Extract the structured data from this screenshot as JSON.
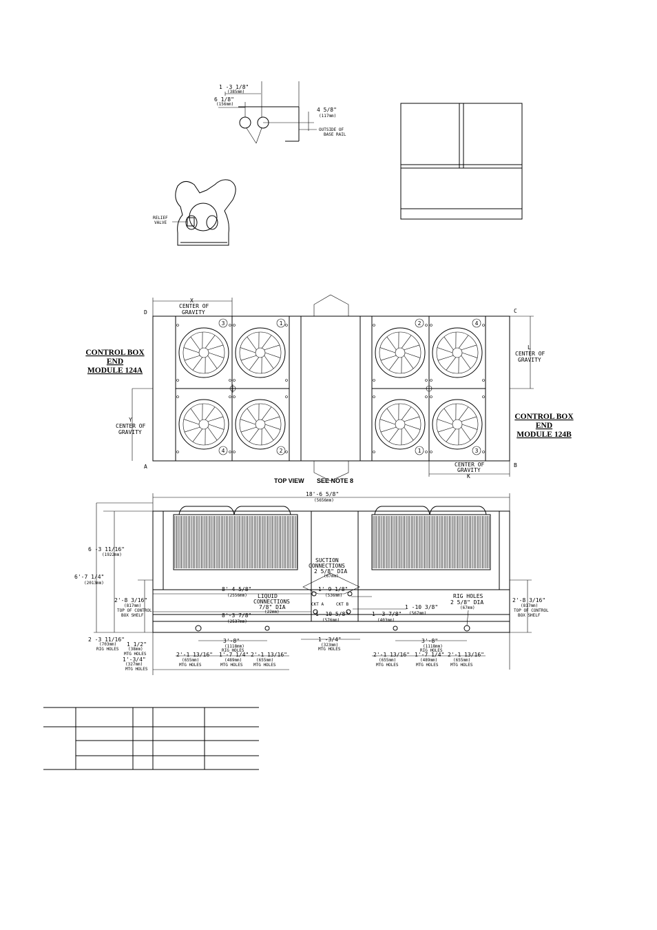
{
  "detail": {
    "dim_1": "1 -3 1/8\"",
    "dim_1_mm": "(385mm)",
    "dim_2": "6 1/8\"",
    "dim_2_mm": "(156mm)",
    "dim_3": "4 5/8\"",
    "dim_3_mm": "(117mm)",
    "rail_note_1": "OUTSIDE OF",
    "rail_note_2": "BASE RAIL",
    "relief_1": "RELIEF",
    "relief_2": "VALVE"
  },
  "top_view": {
    "corner_d": "D",
    "corner_c": "C",
    "corner_a": "A",
    "corner_b": "B",
    "x_label": "X",
    "y_label": "Y",
    "l_label": "L",
    "k_label": "K",
    "cg_line1": "CENTER OF",
    "cg_line2": "GRAVITY",
    "module_a": [
      "CONTROL BOX",
      "END",
      "MODULE 124A"
    ],
    "module_b": [
      "CONTROL BOX",
      "END",
      "MODULE 124B"
    ],
    "fan_numbers_left": [
      "3",
      "1",
      "4",
      "2"
    ],
    "fan_numbers_right": [
      "2",
      "4",
      "1",
      "3"
    ],
    "caption": "TOP VIEW",
    "note": "SEE NOTE 8"
  },
  "side_view": {
    "overall": "18'-6 5/8\"",
    "overall_mm": "(5656mm)",
    "h1": "6 -3 11/16\"",
    "h1_mm": "(1922mm)",
    "h2": "6'-7 1/4\"",
    "h2_mm": "(2013mm)",
    "h3": "2'-8 3/16\"",
    "h3_mm": "(817mm)",
    "shelf_1": "TOP OF CONTROL",
    "shelf_2": "BOX SHELF",
    "suction_1": "SUCTION",
    "suction_2": "CONNECTIONS",
    "suction_3": "2 5/8\" DIA",
    "suction_mm": "(67mm)",
    "liquid_1": "LIQUID",
    "liquid_2": "CONNECTIONS",
    "liquid_3": "7/8\" DIA",
    "liquid_mm": "(22mm)",
    "d_8_4": "8'-4 5/8\"",
    "d_8_4_mm": "(2556mm)",
    "d_8_3": "8'-3 7/8\"",
    "d_8_3_mm": "(2537mm)",
    "d_1_9": "1'-9 1/8\"",
    "d_1_9_mm": "(536mm)",
    "d_1_10": "1 -10 5/8\"",
    "d_1_10_mm": "(576mm)",
    "d_1_10b": "1 -10 3/8\"",
    "d_1_10b_mm": "(567mm)",
    "d_1_3": "1 -3 7/8\"",
    "d_1_3_mm": "(403mm)",
    "ckt_a": "CKT A",
    "ckt_b": "CKT B",
    "rig_1": "RIG HOLES",
    "rig_2": "2 5/8\" DIA",
    "rig_mm": "(67mm)",
    "d_2_8r": "2'-8 3/16\"",
    "d_2_8r_mm": "(817mm)",
    "d_2_3": "2 -3 11/16\"",
    "d_2_3_mm": "(703mm)",
    "rig_holes": "RIG HOLES",
    "d_1_half": "1 1/2\"",
    "d_1_half_mm": "(38mm)",
    "mtg_holes": "MTG HOLES",
    "d_1_34": "1'-3/4\"",
    "d_1_34_mm": "(327mm)",
    "d_3_8": "3'-8\"",
    "d_3_8_mm": "(1118mm)",
    "d_2_1": "2'-1 13/16\"",
    "d_2_1_mm": "(655mm)",
    "d_1_7": "1'-7 1/4\"",
    "d_1_7_mm": "(489mm)",
    "d_1_c": "1 -3/4\"",
    "d_1_c_mm": "(323mm)"
  }
}
